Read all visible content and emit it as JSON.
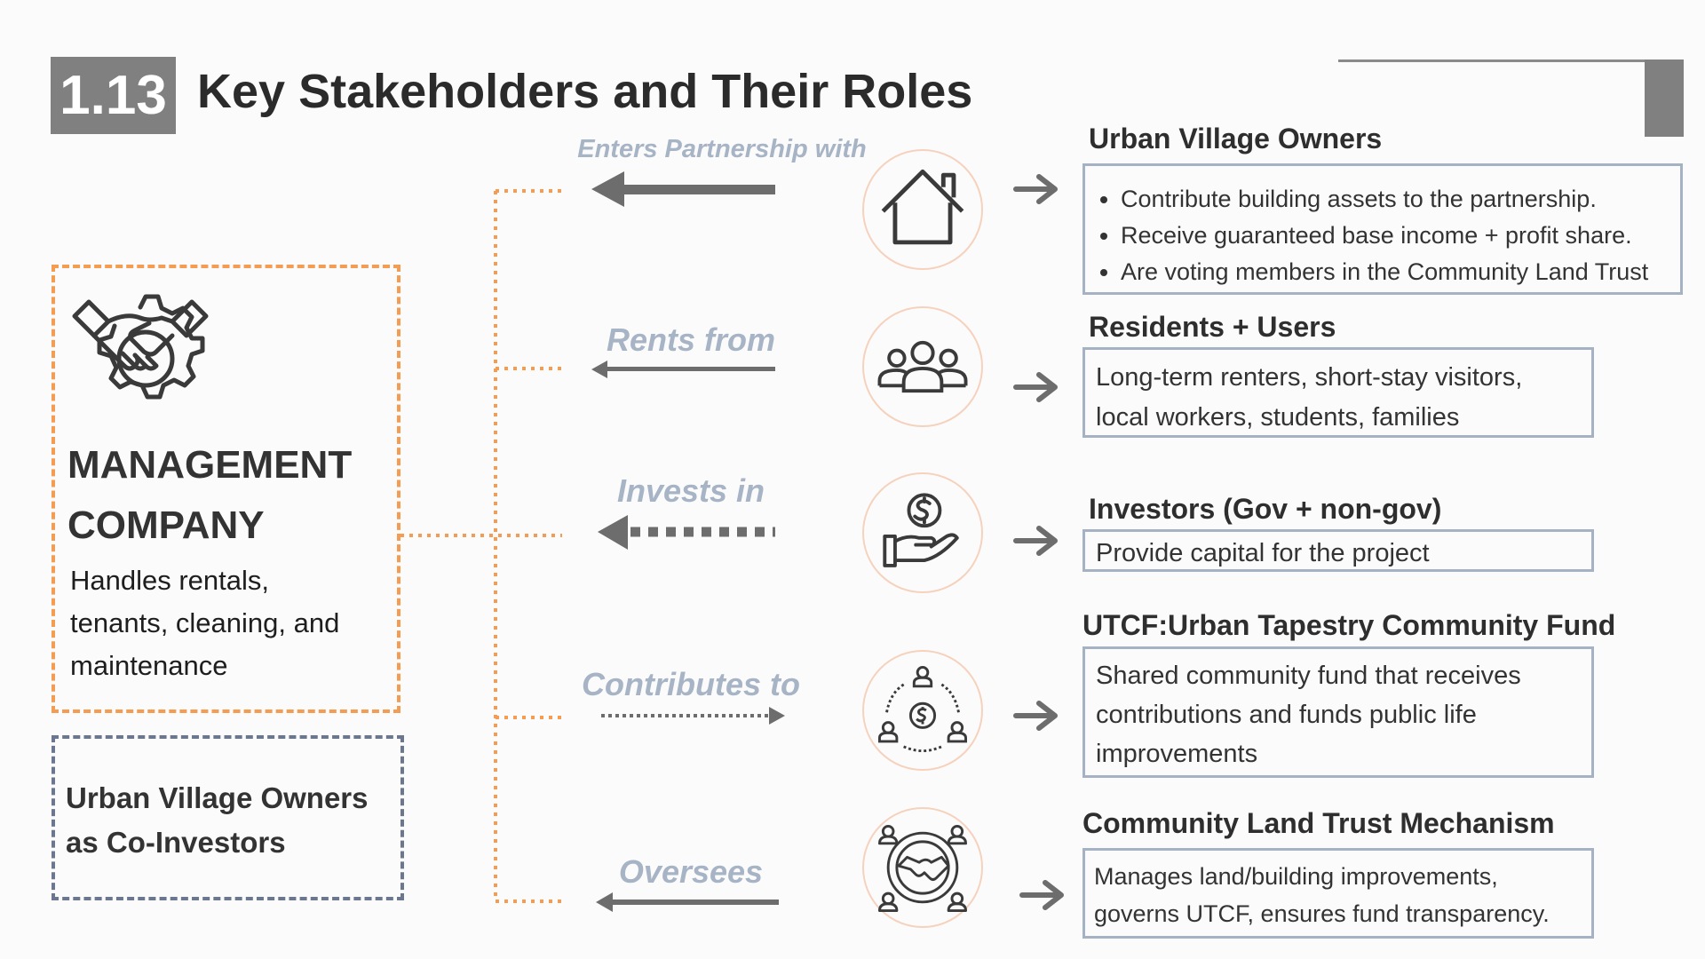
{
  "header": {
    "section_number": "1.13",
    "title": "Key Stakeholders and Their Roles"
  },
  "management": {
    "title_line1": "MANAGEMENT",
    "title_line2": "COMPANY",
    "desc_line1": "Handles rentals,",
    "desc_line2": "tenants, cleaning, and",
    "desc_line3": "maintenance"
  },
  "co_investors": {
    "line1": "Urban Village Owners",
    "line2": "as Co-Investors"
  },
  "relations": [
    {
      "label": "Enters Partnership with",
      "icon": "house-icon"
    },
    {
      "label": "Rents from",
      "icon": "group-people-icon"
    },
    {
      "label": "Invests in",
      "icon": "hand-dollar-icon"
    },
    {
      "label": "Contributes to",
      "icon": "community-fund-icon"
    },
    {
      "label": "Oversees",
      "icon": "handshake-community-icon"
    }
  ],
  "stakeholders": [
    {
      "title": "Urban Village Owners",
      "bullets": [
        "Contribute building assets to the partnership.",
        "Receive guaranteed base income + profit share.",
        "Are voting members in the Community Land Trust"
      ]
    },
    {
      "title": "Residents + Users",
      "line1": "Long-term renters, short-stay visitors,",
      "line2": "local workers, students, families"
    },
    {
      "title": "Investors (Gov + non-gov)",
      "line1": "Provide capital for the project"
    },
    {
      "title": "UTCF:Urban Tapestry Community Fund",
      "line1": "Shared community fund that receives",
      "line2": "contributions and funds public life",
      "line3": "improvements"
    },
    {
      "title": "Community Land Trust Mechanism",
      "line1": "Manages land/building improvements,",
      "line2": "governs UTCF, ensures fund transparency."
    }
  ],
  "colors": {
    "orange_accent": "#f39c52",
    "slate_dash": "#6a778f",
    "label_blue": "#a6b4c6",
    "gray": "#808080",
    "circle_border": "#f5d2bd"
  }
}
